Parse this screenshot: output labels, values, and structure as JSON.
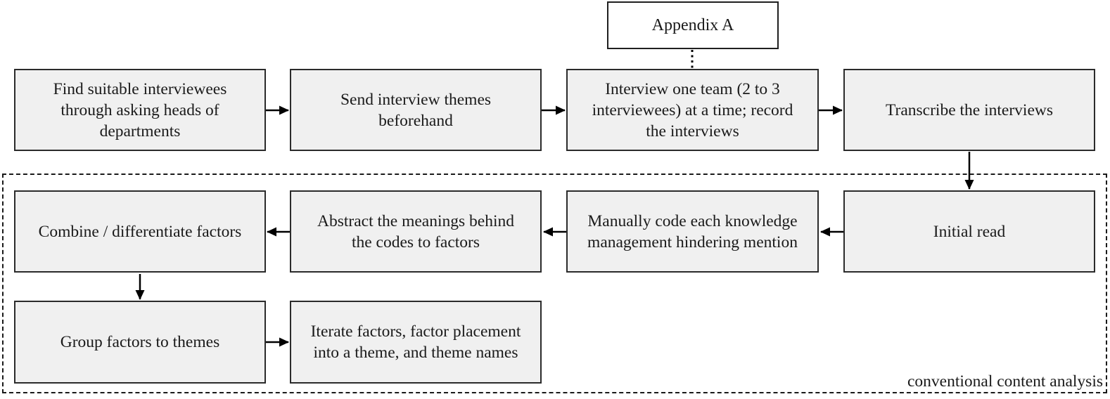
{
  "diagram": {
    "title_box": {
      "label": "Appendix A"
    },
    "steps": {
      "find_interviewees": "Find suitable interviewees through asking heads of departments",
      "send_themes": "Send interview themes beforehand",
      "interview_team": "Interview one team (2 to 3 interviewees) at a time; record the interviews",
      "transcribe": "Transcribe the interviews",
      "initial_read": "Initial read",
      "manually_code": "Manually code each knowledge management hindering mention",
      "abstract_meanings": "Abstract the meanings behind the codes to factors",
      "combine_differentiate": "Combine / differentiate factors",
      "group_factors": "Group factors to themes",
      "iterate_factors": "Iterate factors, factor placement into a theme, and theme names"
    },
    "region_label": "conventional content analysis",
    "colors": {
      "box_fill": "#f0f0f0",
      "box_border": "#2b2b2b",
      "appendix_fill": "#ffffff",
      "arrow": "#000000",
      "dashed_border": "#1a1a1a",
      "background": "#ffffff"
    }
  }
}
